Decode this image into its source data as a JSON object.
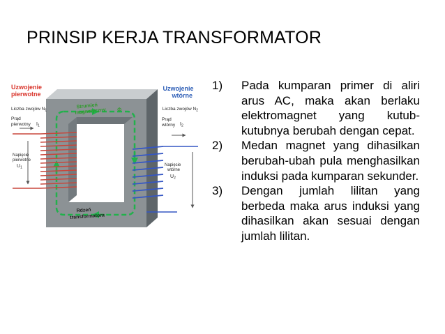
{
  "slide": {
    "title": "PRINSIP KERJA TRANSFORMATOR"
  },
  "figure": {
    "primary_winding": [
      "Uzwojenie",
      "pierwotne"
    ],
    "primary_turns": "Liczba zwojów N",
    "primary_turns_sub": "1",
    "primary_current": [
      "Prąd",
      "pierwotny"
    ],
    "primary_current_symbol": "I",
    "primary_current_sub": "1",
    "primary_voltage": [
      "Napięcie",
      "pierwotne"
    ],
    "primary_voltage_symbol": "U",
    "primary_voltage_sub": "1",
    "secondary_winding": [
      "Uzwojenie",
      "wtórne"
    ],
    "secondary_turns": "Liczba zwojów N",
    "secondary_turns_sub": "2",
    "secondary_current": [
      "Prąd",
      "wtórny"
    ],
    "secondary_current_symbol": "I",
    "secondary_current_sub": "2",
    "secondary_voltage": [
      "Napięcie",
      "wtórne"
    ],
    "secondary_voltage_symbol": "U",
    "secondary_voltage_sub": "2",
    "flux": [
      "Strumień",
      "magnetyczny"
    ],
    "flux_symbol": "Φ",
    "core": [
      "Rdzeń",
      "transformatora"
    ]
  },
  "points": [
    {
      "num": "1)",
      "text": "Pada kumparan primer di aliri arus AC, maka akan berlaku elektromagnet yang kutub-kutubnya berubah dengan cepat."
    },
    {
      "num": "2)",
      "text": "Medan magnet yang dihasilkan berubah-ubah pula menghasilkan induksi pada kumparan sekunder."
    },
    {
      "num": "3)",
      "text": "Dengan jumlah lilitan yang berbeda maka arus induksi yang dihasilkan akan sesuai dengan jumlah lilitan."
    }
  ],
  "colors": {
    "primary_label": "#d9342b",
    "secondary_label": "#2f5fb7",
    "flux_label": "#2e9b2a",
    "core_front": "#8c9295",
    "core_top": "#c9cdcf",
    "core_side": "#5e6569",
    "primary_coil": "#c8463b",
    "secondary_coil": "#3456c4",
    "flux_line": "#22b14c"
  }
}
